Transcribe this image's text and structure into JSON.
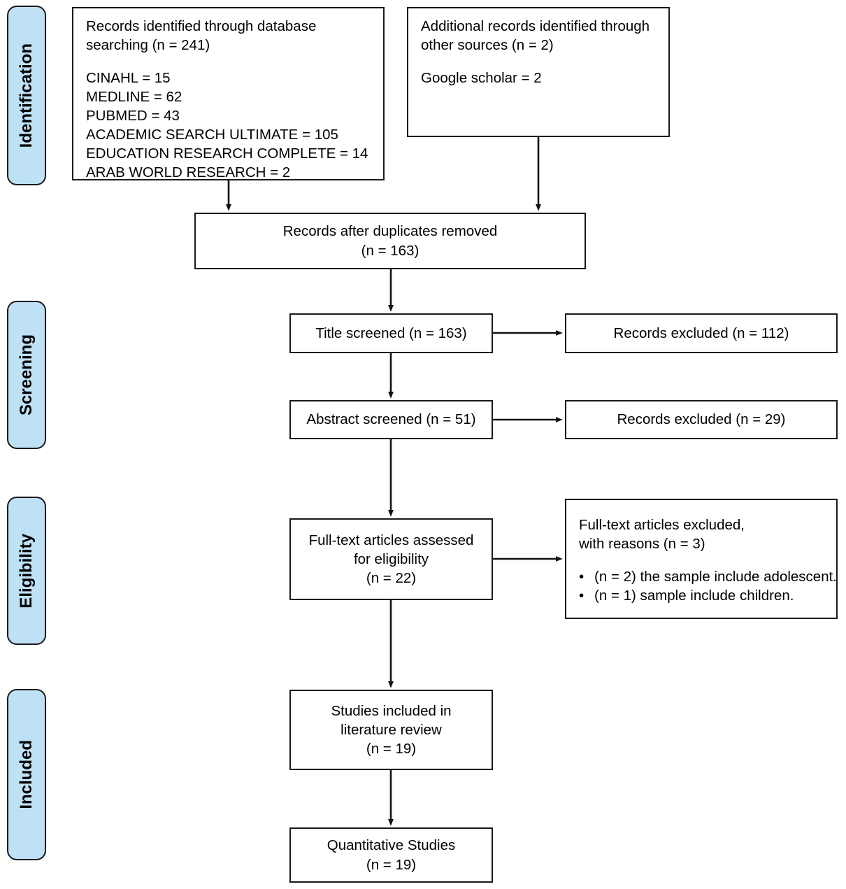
{
  "diagram": {
    "type": "prisma-flow-diagram",
    "accent_color": "#bfe1f6",
    "border_color": "#1a1a1a",
    "background_color": "#ffffff"
  },
  "stages": [
    {
      "label": "Identification"
    },
    {
      "label": "Screening"
    },
    {
      "label": "Eligibility"
    },
    {
      "label": "Included"
    }
  ],
  "nodes": {
    "database_search": {
      "heading_line1": "Records identified through database",
      "heading_line2": "searching (n = 241)",
      "sources": [
        "CINAHL = 15",
        "MEDLINE = 62",
        "PUBMED = 43",
        "ACADEMIC SEARCH ULTIMATE = 105",
        "EDUCATION RESEARCH COMPLETE = 14",
        "ARAB WORLD RESEARCH = 2"
      ]
    },
    "other_sources": {
      "heading_line1": "Additional records identified through",
      "heading_line2": "other sources (n = 2)",
      "sources": [
        "Google scholar = 2"
      ]
    },
    "duplicates_removed": {
      "line1": "Records after duplicates removed",
      "line2": "(n = 163)"
    },
    "title_screened": {
      "line1": "Title screened (n = 163)"
    },
    "title_excluded": {
      "line1": "Records excluded (n = 112)"
    },
    "abstract_screened": {
      "line1": "Abstract screened (n = 51)"
    },
    "abstract_excluded": {
      "line1": "Records excluded (n = 29)"
    },
    "fulltext_assessed": {
      "line1": "Full-text articles assessed",
      "line2": "for eligibility",
      "line3": "(n = 22)"
    },
    "fulltext_excluded": {
      "line1": "Full-text articles excluded,",
      "line2": "with reasons (n = 3)",
      "reasons": [
        "(n = 2) the sample include adolescent.",
        "(n = 1) sample include children."
      ]
    },
    "studies_included": {
      "line1": "Studies included in",
      "line2": "literature review",
      "line3": "(n = 19)"
    },
    "quantitative_studies": {
      "line1": "Quantitative Studies",
      "line2": "(n = 19)"
    }
  },
  "chart_data": {
    "type": "diagram",
    "title": "PRISMA flow diagram",
    "counts": {
      "database_searching": 241,
      "cinahl": 15,
      "medline": 62,
      "pubmed": 43,
      "academic_search_ultimate": 105,
      "education_research_complete": 14,
      "arab_world_research": 2,
      "other_sources": 2,
      "google_scholar": 2,
      "after_duplicates_removed": 163,
      "title_screened": 163,
      "title_excluded": 112,
      "abstract_screened": 51,
      "abstract_excluded": 29,
      "fulltext_assessed": 22,
      "fulltext_excluded": 3,
      "excluded_sample_adolescent": 2,
      "excluded_sample_children": 1,
      "studies_included": 19,
      "quantitative_studies": 19
    }
  }
}
